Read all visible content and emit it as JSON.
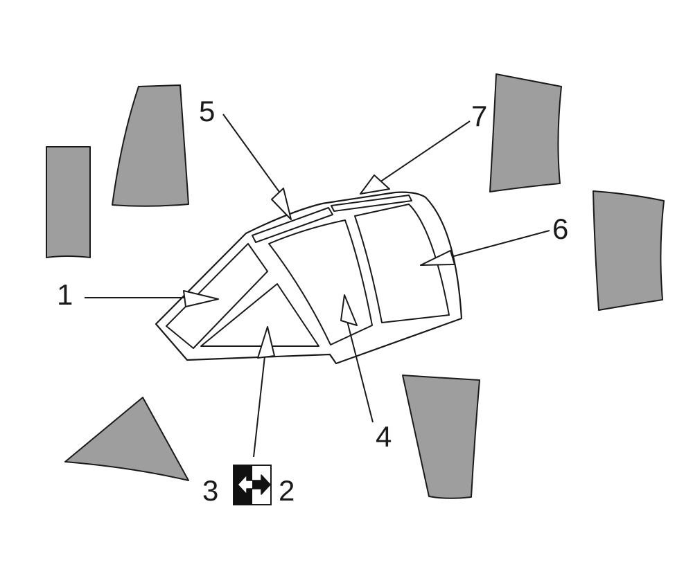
{
  "diagram": {
    "callouts": {
      "c1": "1",
      "c2": "2",
      "c3": "3",
      "c4": "4",
      "c5": "5",
      "c6": "6",
      "c7": "7"
    },
    "colors": {
      "mask_fill": "#9d9e9d",
      "outline": "#1a1a1a",
      "background": "#ffffff"
    },
    "icons": {
      "symmetry_symbol": "left-right-arrows-icon"
    }
  }
}
